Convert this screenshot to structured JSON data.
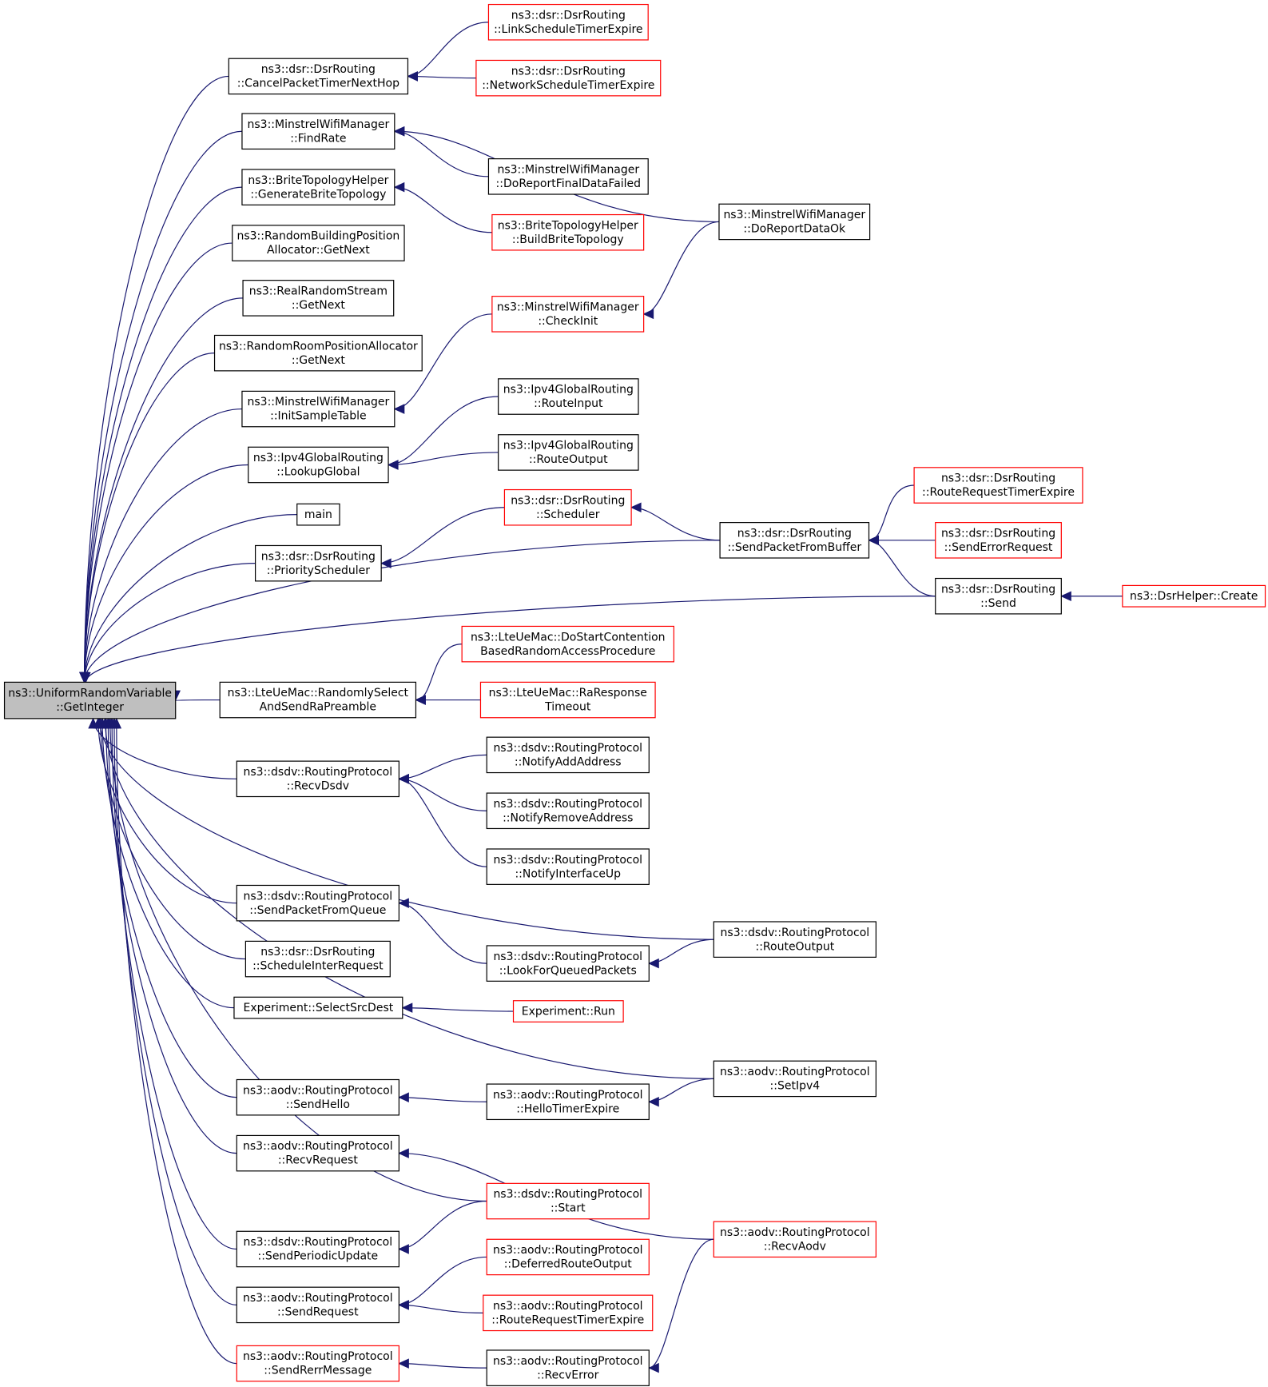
{
  "colors": {
    "focus_fill": "#bfbfbf",
    "node_fill": "#ffffff",
    "node_border": "#000000",
    "incomplete_border": "#ff0000",
    "edge": "#191970"
  },
  "nodes": [
    {
      "id": "root",
      "lines": [
        "ns3::UniformRandomVariable",
        "::GetInteger"
      ],
      "focus": true
    },
    {
      "id": "cancel",
      "lines": [
        "ns3::dsr::DsrRouting",
        "::CancelPacketTimerNextHop"
      ]
    },
    {
      "id": "linksched",
      "lines": [
        "ns3::dsr::DsrRouting",
        "::LinkScheduleTimerExpire"
      ],
      "red": true
    },
    {
      "id": "netsched",
      "lines": [
        "ns3::dsr::DsrRouting",
        "::NetworkScheduleTimerExpire"
      ],
      "red": true
    },
    {
      "id": "findrate",
      "lines": [
        "ns3::MinstrelWifiManager",
        "::FindRate"
      ]
    },
    {
      "id": "finaldata",
      "lines": [
        "ns3::MinstrelWifiManager",
        "::DoReportFinalDataFailed"
      ]
    },
    {
      "id": "dataok",
      "lines": [
        "ns3::MinstrelWifiManager",
        "::DoReportDataOk"
      ]
    },
    {
      "id": "genbrite",
      "lines": [
        "ns3::BriteTopologyHelper",
        "::GenerateBriteTopology"
      ]
    },
    {
      "id": "buildbrite",
      "lines": [
        "ns3::BriteTopologyHelper",
        "::BuildBriteTopology"
      ],
      "red": true
    },
    {
      "id": "rbpa",
      "lines": [
        "ns3::RandomBuildingPosition",
        "Allocator::GetNext"
      ]
    },
    {
      "id": "rrs",
      "lines": [
        "ns3::RealRandomStream",
        "::GetNext"
      ]
    },
    {
      "id": "rrpa",
      "lines": [
        "ns3::RandomRoomPositionAllocator",
        "::GetNext"
      ]
    },
    {
      "id": "checkinit",
      "lines": [
        "ns3::MinstrelWifiManager",
        "::CheckInit"
      ],
      "red": true
    },
    {
      "id": "initsample",
      "lines": [
        "ns3::MinstrelWifiManager",
        "::InitSampleTable"
      ]
    },
    {
      "id": "routeinput",
      "lines": [
        "ns3::Ipv4GlobalRouting",
        "::RouteInput"
      ]
    },
    {
      "id": "routeoutput",
      "lines": [
        "ns3::Ipv4GlobalRouting",
        "::RouteOutput"
      ]
    },
    {
      "id": "lookup",
      "lines": [
        "ns3::Ipv4GlobalRouting",
        "::LookupGlobal"
      ]
    },
    {
      "id": "rrte",
      "lines": [
        "ns3::dsr::DsrRouting",
        "::RouteRequestTimerExpire"
      ],
      "red": true
    },
    {
      "id": "main",
      "lines": [
        "main"
      ]
    },
    {
      "id": "scheduler",
      "lines": [
        "ns3::dsr::DsrRouting",
        "::Scheduler"
      ],
      "red": true
    },
    {
      "id": "spfb",
      "lines": [
        "ns3::dsr::DsrRouting",
        "::SendPacketFromBuffer"
      ]
    },
    {
      "id": "senderr",
      "lines": [
        "ns3::dsr::DsrRouting",
        "::SendErrorRequest"
      ],
      "red": true
    },
    {
      "id": "prio",
      "lines": [
        "ns3::dsr::DsrRouting",
        "::PriorityScheduler"
      ]
    },
    {
      "id": "dsrsend",
      "lines": [
        "ns3::dsr::DsrRouting",
        "::Send"
      ]
    },
    {
      "id": "create",
      "lines": [
        "ns3::DsrHelper::Create"
      ],
      "red": true
    },
    {
      "id": "dostart",
      "lines": [
        "ns3::LteUeMac::DoStartContention",
        "BasedRandomAccessProcedure"
      ],
      "red": true
    },
    {
      "id": "randsel",
      "lines": [
        "ns3::LteUeMac::RandomlySelect",
        "AndSendRaPreamble"
      ]
    },
    {
      "id": "raresp",
      "lines": [
        "ns3::LteUeMac::RaResponse",
        "Timeout"
      ],
      "red": true
    },
    {
      "id": "notifyadd",
      "lines": [
        "ns3::dsdv::RoutingProtocol",
        "::NotifyAddAddress"
      ]
    },
    {
      "id": "recvdsdv",
      "lines": [
        "ns3::dsdv::RoutingProtocol",
        "::RecvDsdv"
      ]
    },
    {
      "id": "notifyrem",
      "lines": [
        "ns3::dsdv::RoutingProtocol",
        "::NotifyRemoveAddress"
      ]
    },
    {
      "id": "notifyif",
      "lines": [
        "ns3::dsdv::RoutingProtocol",
        "::NotifyInterfaceUp"
      ]
    },
    {
      "id": "spfq",
      "lines": [
        "ns3::dsdv::RoutingProtocol",
        "::SendPacketFromQueue"
      ]
    },
    {
      "id": "dsdvrouteout",
      "lines": [
        "ns3::dsdv::RoutingProtocol",
        "::RouteOutput"
      ]
    },
    {
      "id": "sir",
      "lines": [
        "ns3::dsr::DsrRouting",
        "::ScheduleInterRequest"
      ]
    },
    {
      "id": "lfqp",
      "lines": [
        "ns3::dsdv::RoutingProtocol",
        "::LookForQueuedPackets"
      ]
    },
    {
      "id": "selsrc",
      "lines": [
        "Experiment::SelectSrcDest"
      ]
    },
    {
      "id": "exprun",
      "lines": [
        "Experiment::Run"
      ],
      "red": true
    },
    {
      "id": "setipv4",
      "lines": [
        "ns3::aodv::RoutingProtocol",
        "::SetIpv4"
      ]
    },
    {
      "id": "sendhello",
      "lines": [
        "ns3::aodv::RoutingProtocol",
        "::SendHello"
      ]
    },
    {
      "id": "hellote",
      "lines": [
        "ns3::aodv::RoutingProtocol",
        "::HelloTimerExpire"
      ]
    },
    {
      "id": "recvreq",
      "lines": [
        "ns3::aodv::RoutingProtocol",
        "::RecvRequest"
      ]
    },
    {
      "id": "dsdvstart",
      "lines": [
        "ns3::dsdv::RoutingProtocol",
        "::Start"
      ],
      "red": true
    },
    {
      "id": "recvaodv",
      "lines": [
        "ns3::aodv::RoutingProtocol",
        "::RecvAodv"
      ],
      "red": true
    },
    {
      "id": "sendperiodic",
      "lines": [
        "ns3::dsdv::RoutingProtocol",
        "::SendPeriodicUpdate"
      ]
    },
    {
      "id": "deferred",
      "lines": [
        "ns3::aodv::RoutingProtocol",
        "::DeferredRouteOutput"
      ],
      "red": true
    },
    {
      "id": "sendrequest",
      "lines": [
        "ns3::aodv::RoutingProtocol",
        "::SendRequest"
      ]
    },
    {
      "id": "aodvrrte",
      "lines": [
        "ns3::aodv::RoutingProtocol",
        "::RouteRequestTimerExpire"
      ],
      "red": true
    },
    {
      "id": "sendrerr",
      "lines": [
        "ns3::aodv::RoutingProtocol",
        "::SendRerrMessage"
      ],
      "red": true
    },
    {
      "id": "recverror",
      "lines": [
        "ns3::aodv::RoutingProtocol",
        "::RecvError"
      ]
    }
  ],
  "edges": [
    [
      "cancel",
      "root"
    ],
    [
      "findrate",
      "root"
    ],
    [
      "genbrite",
      "root"
    ],
    [
      "rbpa",
      "root"
    ],
    [
      "rrs",
      "root"
    ],
    [
      "rrpa",
      "root"
    ],
    [
      "initsample",
      "root"
    ],
    [
      "lookup",
      "root"
    ],
    [
      "main",
      "root"
    ],
    [
      "prio",
      "root"
    ],
    [
      "spfb",
      "root"
    ],
    [
      "dsrsend",
      "root"
    ],
    [
      "randsel",
      "root"
    ],
    [
      "recvdsdv",
      "root"
    ],
    [
      "dsdvrouteout",
      "root"
    ],
    [
      "spfq",
      "root"
    ],
    [
      "sir",
      "root"
    ],
    [
      "selsrc",
      "root"
    ],
    [
      "setipv4",
      "root"
    ],
    [
      "sendhello",
      "root"
    ],
    [
      "recvreq",
      "root"
    ],
    [
      "dsdvstart",
      "root"
    ],
    [
      "sendperiodic",
      "root"
    ],
    [
      "sendrequest",
      "root"
    ],
    [
      "sendrerr",
      "root"
    ],
    [
      "linksched",
      "cancel"
    ],
    [
      "netsched",
      "cancel"
    ],
    [
      "dataok",
      "findrate"
    ],
    [
      "finaldata",
      "findrate"
    ],
    [
      "buildbrite",
      "genbrite"
    ],
    [
      "dataok",
      "checkinit"
    ],
    [
      "checkinit",
      "initsample"
    ],
    [
      "routeinput",
      "lookup"
    ],
    [
      "routeoutput",
      "lookup"
    ],
    [
      "spfb",
      "scheduler"
    ],
    [
      "scheduler",
      "prio"
    ],
    [
      "rrte",
      "spfb"
    ],
    [
      "senderr",
      "spfb"
    ],
    [
      "dsrsend",
      "spfb"
    ],
    [
      "create",
      "dsrsend"
    ],
    [
      "dostart",
      "randsel"
    ],
    [
      "raresp",
      "randsel"
    ],
    [
      "notifyadd",
      "recvdsdv"
    ],
    [
      "notifyrem",
      "recvdsdv"
    ],
    [
      "notifyif",
      "recvdsdv"
    ],
    [
      "lfqp",
      "spfq"
    ],
    [
      "dsdvrouteout",
      "lfqp"
    ],
    [
      "exprun",
      "selsrc"
    ],
    [
      "hellote",
      "sendhello"
    ],
    [
      "setipv4",
      "hellote"
    ],
    [
      "recvaodv",
      "recvreq"
    ],
    [
      "dsdvstart",
      "sendperiodic"
    ],
    [
      "deferred",
      "sendrequest"
    ],
    [
      "aodvrrte",
      "sendrequest"
    ],
    [
      "recverror",
      "sendrerr"
    ],
    [
      "recvaodv",
      "recverror"
    ]
  ]
}
